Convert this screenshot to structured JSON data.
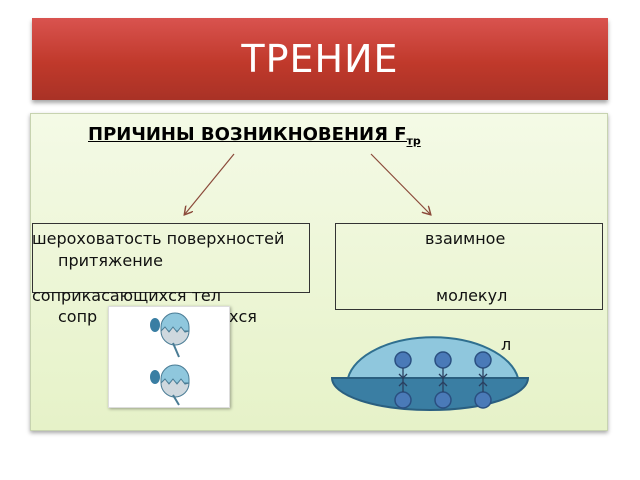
{
  "slide": {
    "title": "ТРЕНИЕ",
    "subtitle": "ПРИЧИНЫ ВОЗНИКНОВЕНИЯ  F",
    "subtitle_sub": "тр"
  },
  "left_cause": {
    "line1": "шероховатость поверхностей",
    "line2": "притяжение",
    "line3": "соприкасающихся тел",
    "line4": "сопр"
  },
  "right_cause": {
    "line1": "взаимное",
    "line2": "молекул",
    "line3": "л"
  },
  "partial_text": {
    "fragment": "хся"
  },
  "colors": {
    "title_red": "#c0392b",
    "content_green": "#e6f2c8",
    "arrow_brown": "#8b4a3a",
    "drop_top": "#8fc7dd",
    "drop_bottom": "#3a7ea3",
    "molecule_blue": "#4a7ab8"
  },
  "icons": {
    "roughness": "rough-surface-icon",
    "molecules": "molecule-attraction-icon"
  }
}
